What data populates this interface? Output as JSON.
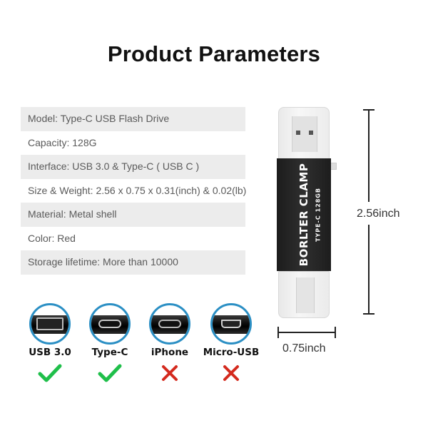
{
  "title": "Product Parameters",
  "specs": [
    {
      "text": "Model: Type-C USB Flash Drive",
      "shaded": true
    },
    {
      "text": "Capacity: 128G",
      "shaded": false
    },
    {
      "text": "Interface: USB 3.0  & Type-C ( USB C )",
      "shaded": true
    },
    {
      "text": "Size & Weight: 2.56 x 0.75 x 0.31(inch) & 0.02(lb)",
      "shaded": false
    },
    {
      "text": "Material: Metal shell",
      "shaded": true
    },
    {
      "text": "Color: Red",
      "shaded": false
    },
    {
      "text": "Storage lifetime: More than 10000",
      "shaded": true
    }
  ],
  "product": {
    "brand": "BORLTER CLAMP",
    "subtitle": "TYPE-C  128GB"
  },
  "dimensions": {
    "height_label": "2.56inch",
    "width_label": "0.75inch"
  },
  "compatibility": [
    {
      "label": "USB 3.0",
      "icon": "usb-a-port",
      "supported": true
    },
    {
      "label": "Type-C",
      "icon": "type-c-port",
      "supported": true
    },
    {
      "label": "iPhone",
      "icon": "lightning-port",
      "supported": false
    },
    {
      "label": "Micro-USB",
      "icon": "micro-usb-port",
      "supported": false
    }
  ],
  "colors": {
    "check": "#1fbf4a",
    "cross": "#d42a1e",
    "ring": "#2b8fc4",
    "row_shade": "#ececec"
  }
}
